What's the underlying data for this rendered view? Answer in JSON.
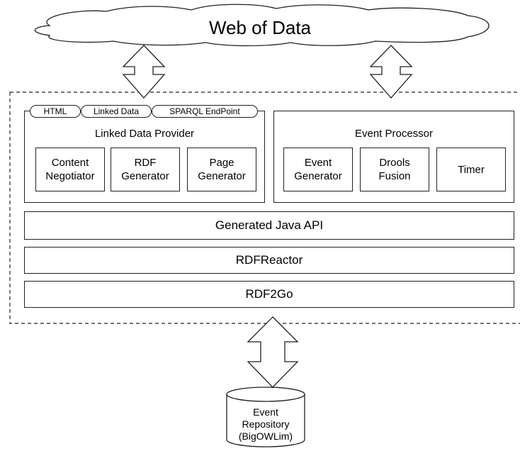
{
  "cloud": {
    "label": "Web of Data"
  },
  "provider": {
    "title": "Linked Data Provider",
    "tabs": [
      "HTML",
      "Linked Data",
      "SPARQL EndPoint"
    ],
    "components": [
      "Content\nNegotiator",
      "RDF\nGenerator",
      "Page\nGenerator"
    ]
  },
  "processor": {
    "title": "Event Processor",
    "components": [
      "Event\nGenerator",
      "Drools\nFusion",
      "Timer"
    ]
  },
  "layers": [
    "Generated Java API",
    "RDFReactor",
    "RDF2Go"
  ],
  "repository": {
    "label": "Event\nRepository\n(BigOWLim)"
  }
}
